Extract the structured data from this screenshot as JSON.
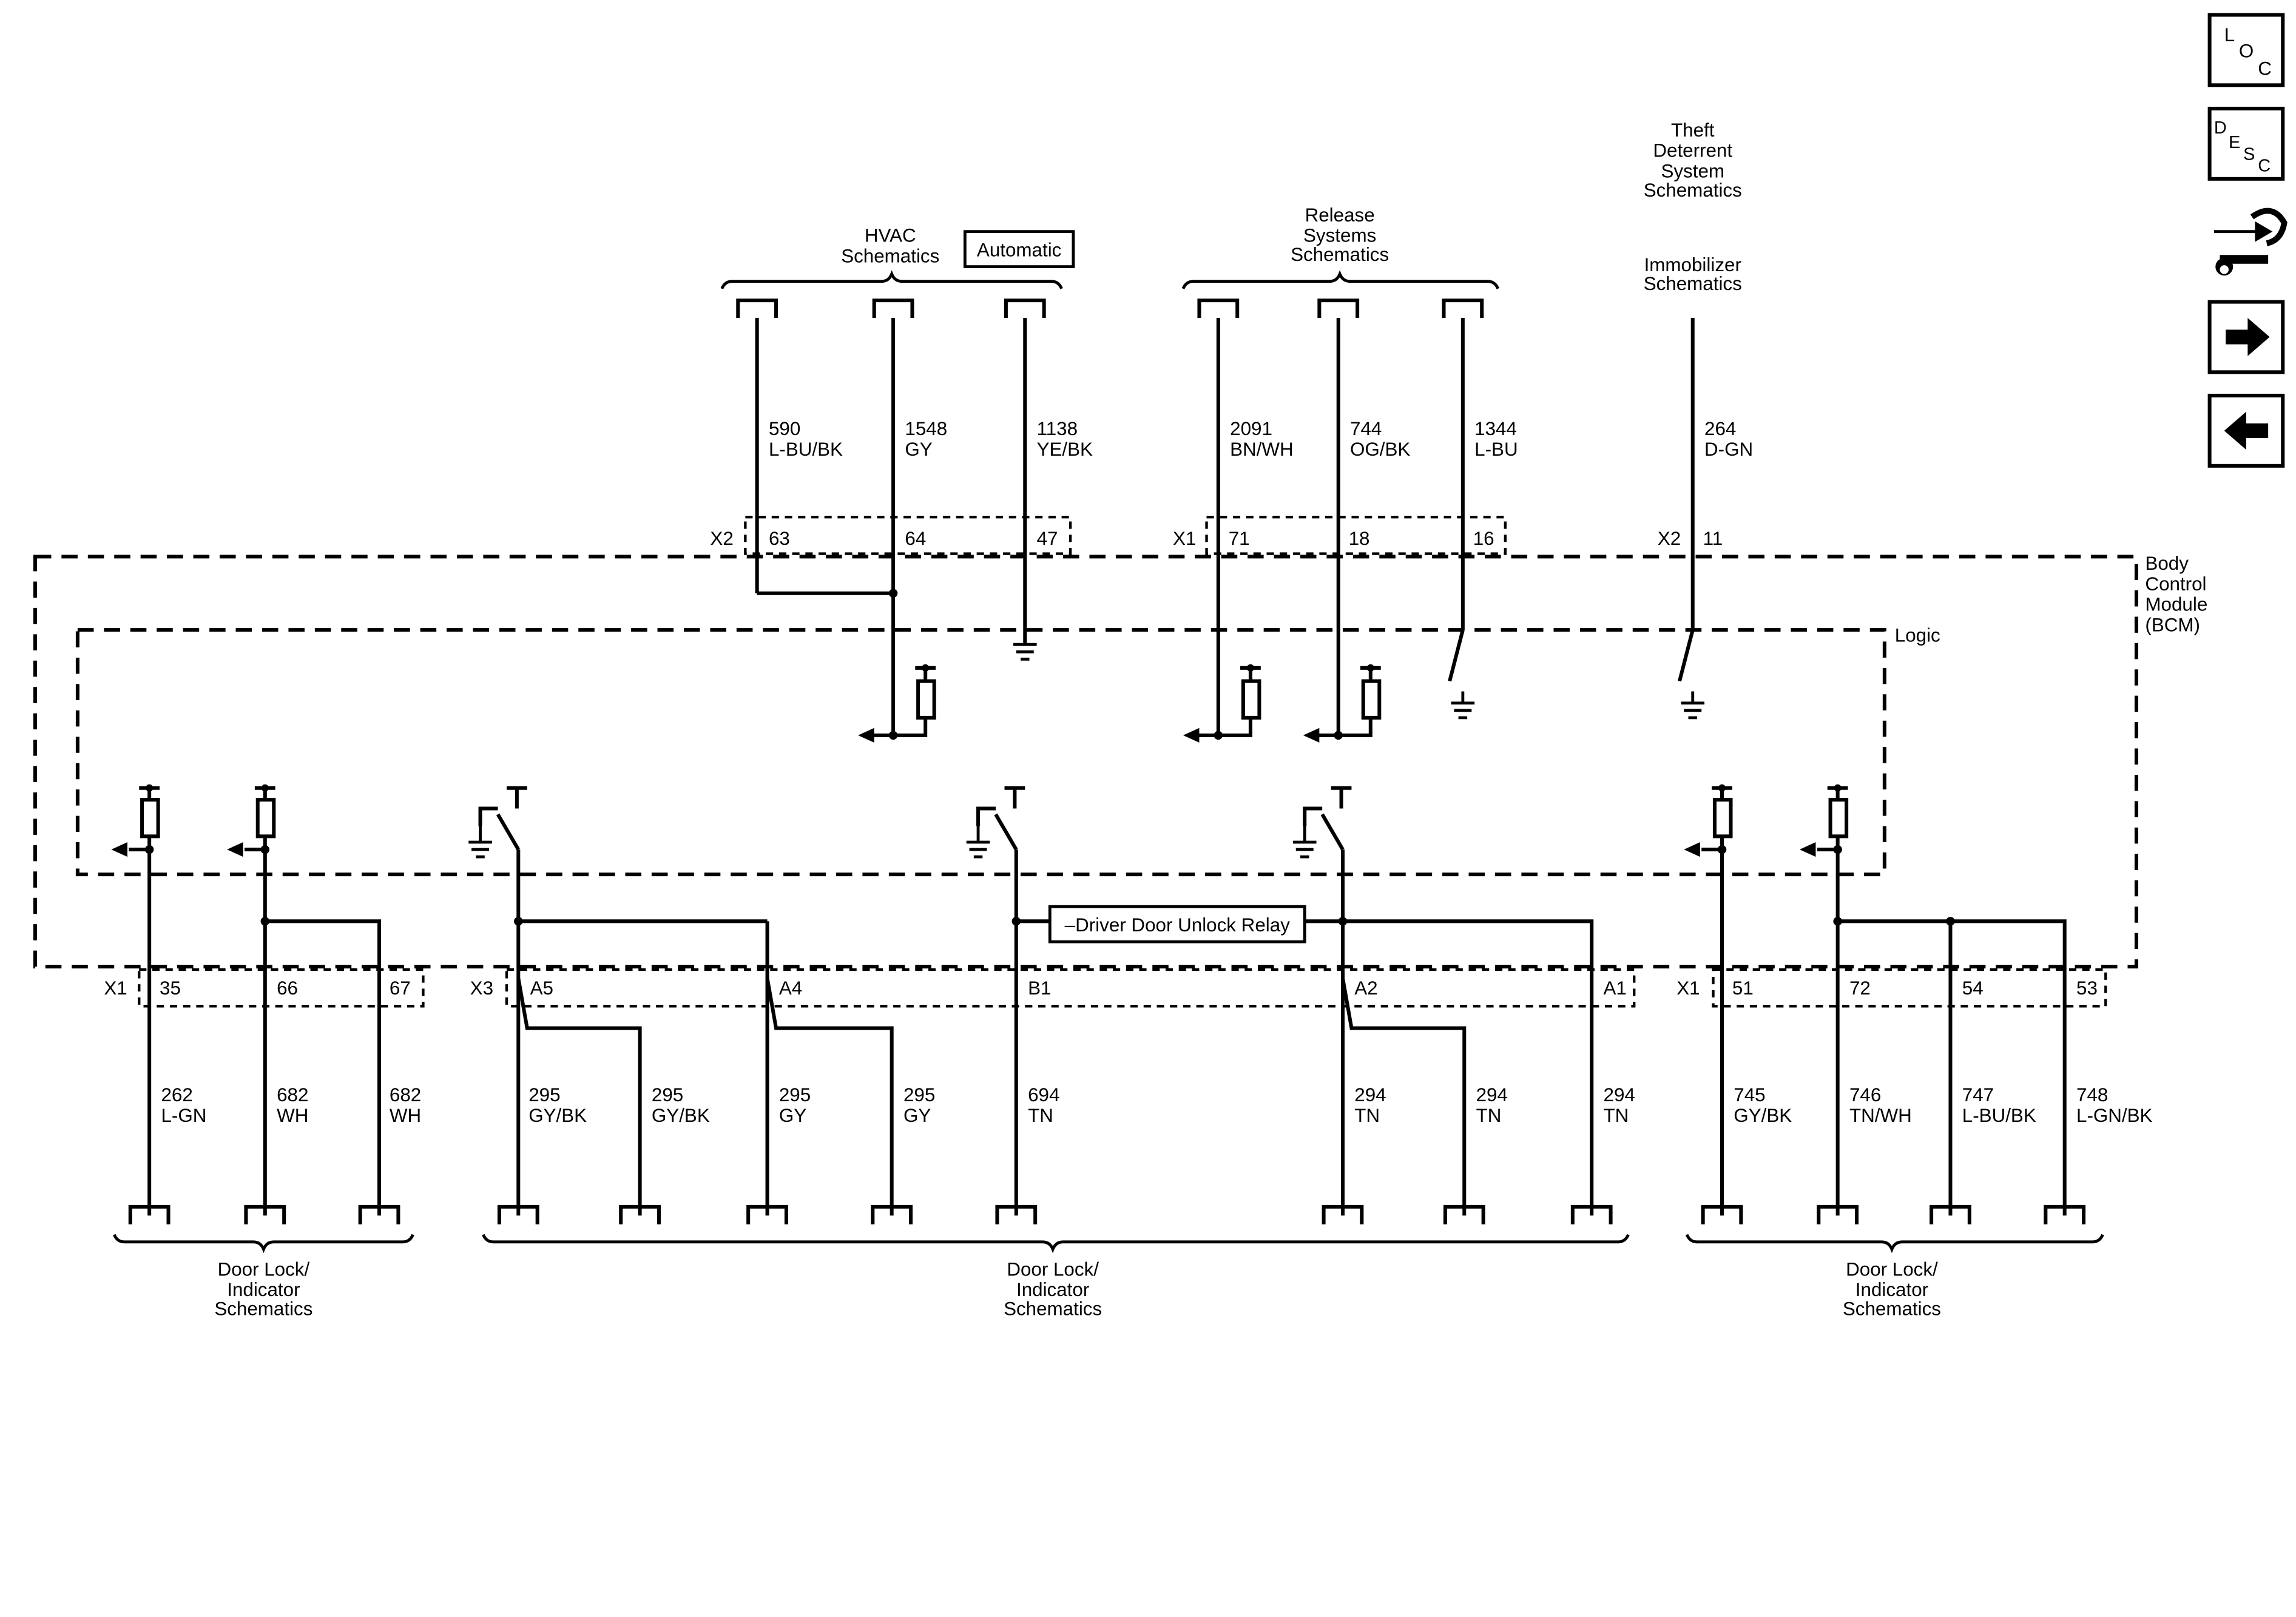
{
  "nav": {
    "loc": {
      "letters": [
        "L",
        "O",
        "C"
      ]
    },
    "desc": {
      "letters": [
        "D",
        "E",
        "S",
        "C"
      ]
    },
    "icons": [
      "tools-icon",
      "next-arrow-icon",
      "back-arrow-icon"
    ]
  },
  "top_groups": {
    "hvac": {
      "title": [
        "HVAC",
        "Schematics"
      ],
      "option_box": "Automatic"
    },
    "release": {
      "title": [
        "Release",
        "Systems",
        "Schematics"
      ]
    },
    "theft": {
      "title": [
        "Theft",
        "Deterrent",
        "System",
        "Schematics"
      ],
      "subtitle": [
        "Immobilizer",
        "Schematics"
      ]
    }
  },
  "top_wires": [
    {
      "circuit": "590",
      "color": "L-BU/BK"
    },
    {
      "circuit": "1548",
      "color": "GY"
    },
    {
      "circuit": "1138",
      "color": "YE/BK"
    },
    {
      "circuit": "2091",
      "color": "BN/WH"
    },
    {
      "circuit": "744",
      "color": "OG/BK"
    },
    {
      "circuit": "1344",
      "color": "L-BU"
    },
    {
      "circuit": "264",
      "color": "D-GN"
    }
  ],
  "top_connectors": [
    {
      "name": "X2",
      "pins": [
        "63",
        "64",
        "47"
      ]
    },
    {
      "name": "X1",
      "pins": [
        "71",
        "18",
        "16"
      ]
    },
    {
      "name": "X2",
      "pins": [
        "11"
      ]
    }
  ],
  "module": {
    "name": [
      "Body",
      "Control",
      "Module",
      "(BCM)"
    ],
    "logic_label": "Logic",
    "relay_label": "–Driver Door Unlock Relay"
  },
  "bottom_connectors": [
    {
      "name": "X1",
      "pins": [
        "35",
        "66",
        "67"
      ]
    },
    {
      "name": "X3",
      "pins": [
        "A5",
        "A4",
        "B1",
        "A2",
        "A1"
      ]
    },
    {
      "name": "X1",
      "pins": [
        "51",
        "72",
        "54",
        "53"
      ]
    }
  ],
  "bottom_wires": [
    {
      "circuit": "262",
      "color": "L-GN"
    },
    {
      "circuit": "682",
      "color": "WH"
    },
    {
      "circuit": "682",
      "color": "WH"
    },
    {
      "circuit": "295",
      "color": "GY/BK"
    },
    {
      "circuit": "295",
      "color": "GY/BK"
    },
    {
      "circuit": "295",
      "color": "GY"
    },
    {
      "circuit": "295",
      "color": "GY"
    },
    {
      "circuit": "694",
      "color": "TN"
    },
    {
      "circuit": "294",
      "color": "TN"
    },
    {
      "circuit": "294",
      "color": "TN"
    },
    {
      "circuit": "294",
      "color": "TN"
    },
    {
      "circuit": "745",
      "color": "GY/BK"
    },
    {
      "circuit": "746",
      "color": "TN/WH"
    },
    {
      "circuit": "747",
      "color": "L-BU/BK"
    },
    {
      "circuit": "748",
      "color": "L-GN/BK"
    }
  ],
  "bottom_groups": [
    {
      "title": [
        "Door Lock/",
        "Indicator",
        "Schematics"
      ]
    },
    {
      "title": [
        "Door Lock/",
        "Indicator",
        "Schematics"
      ]
    },
    {
      "title": [
        "Door Lock/",
        "Indicator",
        "Schematics"
      ]
    }
  ]
}
